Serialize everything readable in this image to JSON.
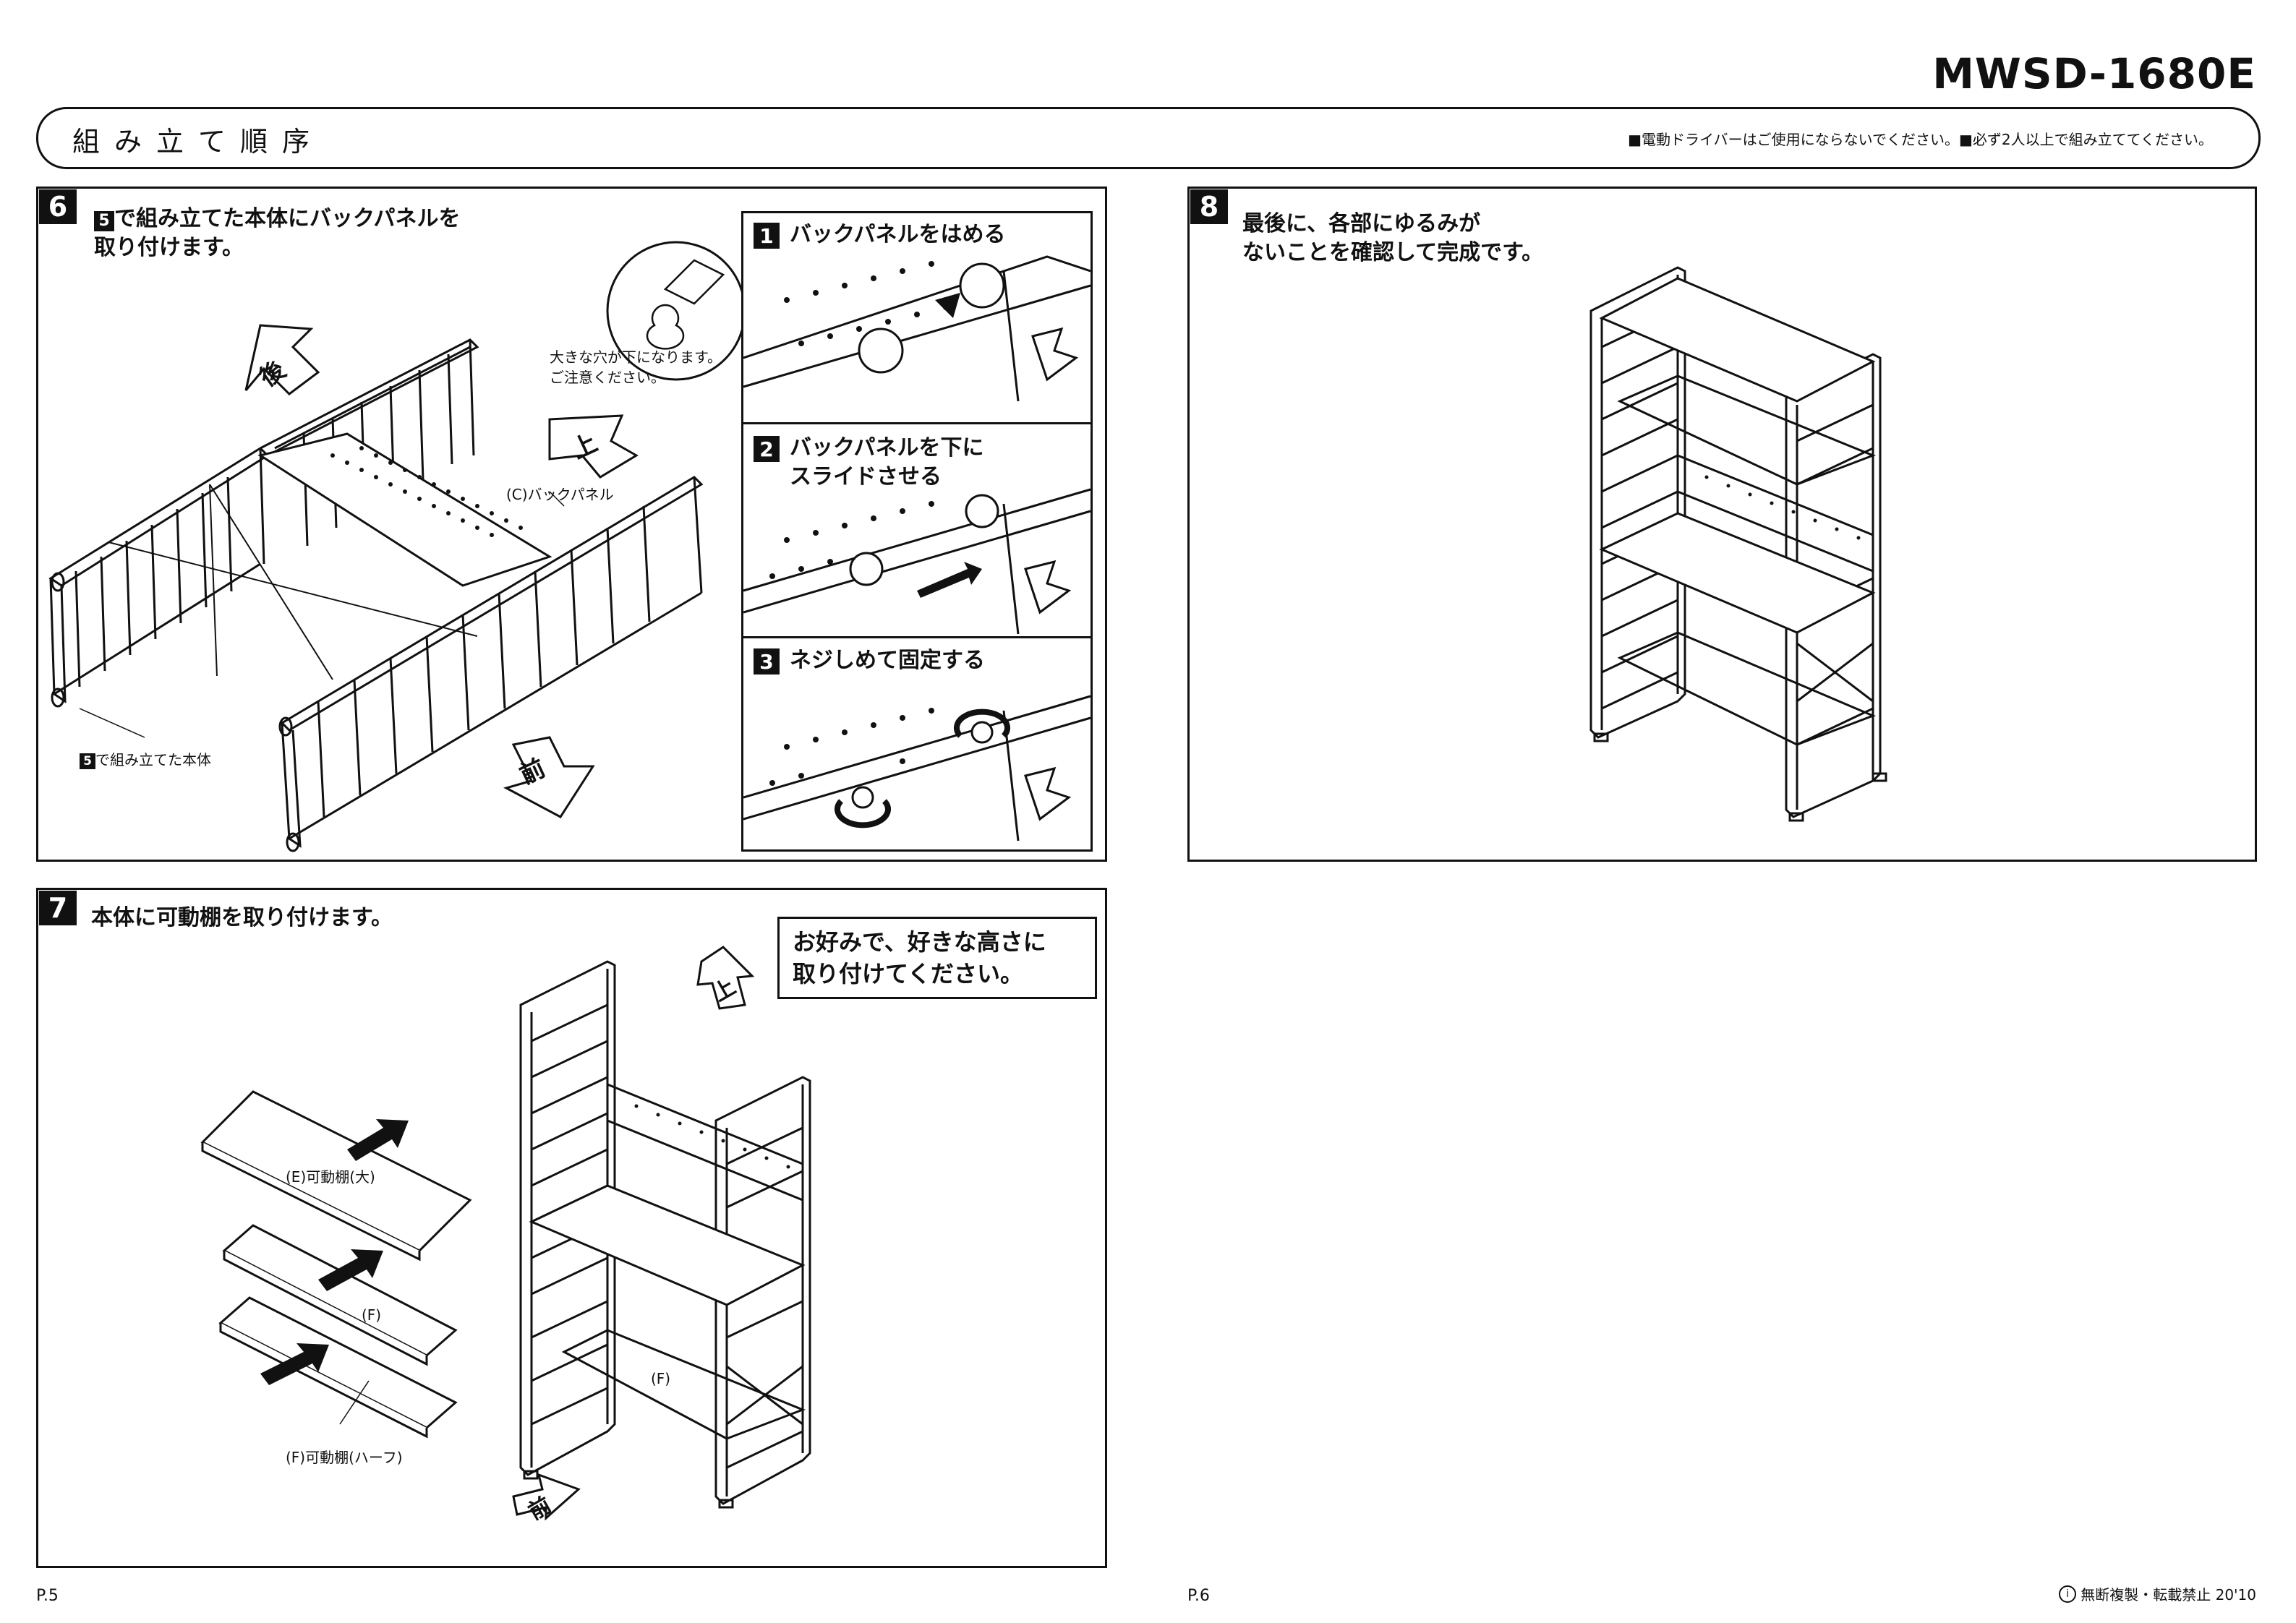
{
  "model": "MWSD-1680E",
  "header": {
    "title": "組み立て順序",
    "notice": "■電動ドライバーはご使用にならないでください。■必ず2人以上で組み立ててください。"
  },
  "step6": {
    "num": "6",
    "ref_num": "5",
    "title_line1": "で組み立てた本体にバックパネルを",
    "title_line2": "取り付けます。",
    "label_back": "後",
    "label_top": "上",
    "label_front": "前",
    "label_panel": "(C)バックパネル",
    "label_body": "で組み立てた本体",
    "callout": "大きな穴が下になります。\nご注意ください。",
    "sub1": {
      "num": "1",
      "title": "バックパネルをはめる"
    },
    "sub2": {
      "num": "2",
      "title": "バックパネルを下に",
      "title2": "スライドさせる"
    },
    "sub3": {
      "num": "3",
      "title": "ネジしめて固定する"
    }
  },
  "step7": {
    "num": "7",
    "title": "本体に可動棚を取り付けます。",
    "note_line1": "お好みで、好きな高さに",
    "note_line2": "取り付けてください。",
    "label_E": "(E)可動棚(大)",
    "label_F": "(F)",
    "label_F_half": "(F)可動棚(ハーフ)",
    "label_F_frame": "(F)",
    "label_top": "上",
    "label_front": "前"
  },
  "step8": {
    "num": "8",
    "title_line1": "最後に、各部にゆるみが",
    "title_line2": "ないことを確認して完成です。"
  },
  "footer": {
    "page_left": "P.5",
    "page_right": "P.6",
    "copyright": "無断複製・転載禁止 20'10"
  }
}
